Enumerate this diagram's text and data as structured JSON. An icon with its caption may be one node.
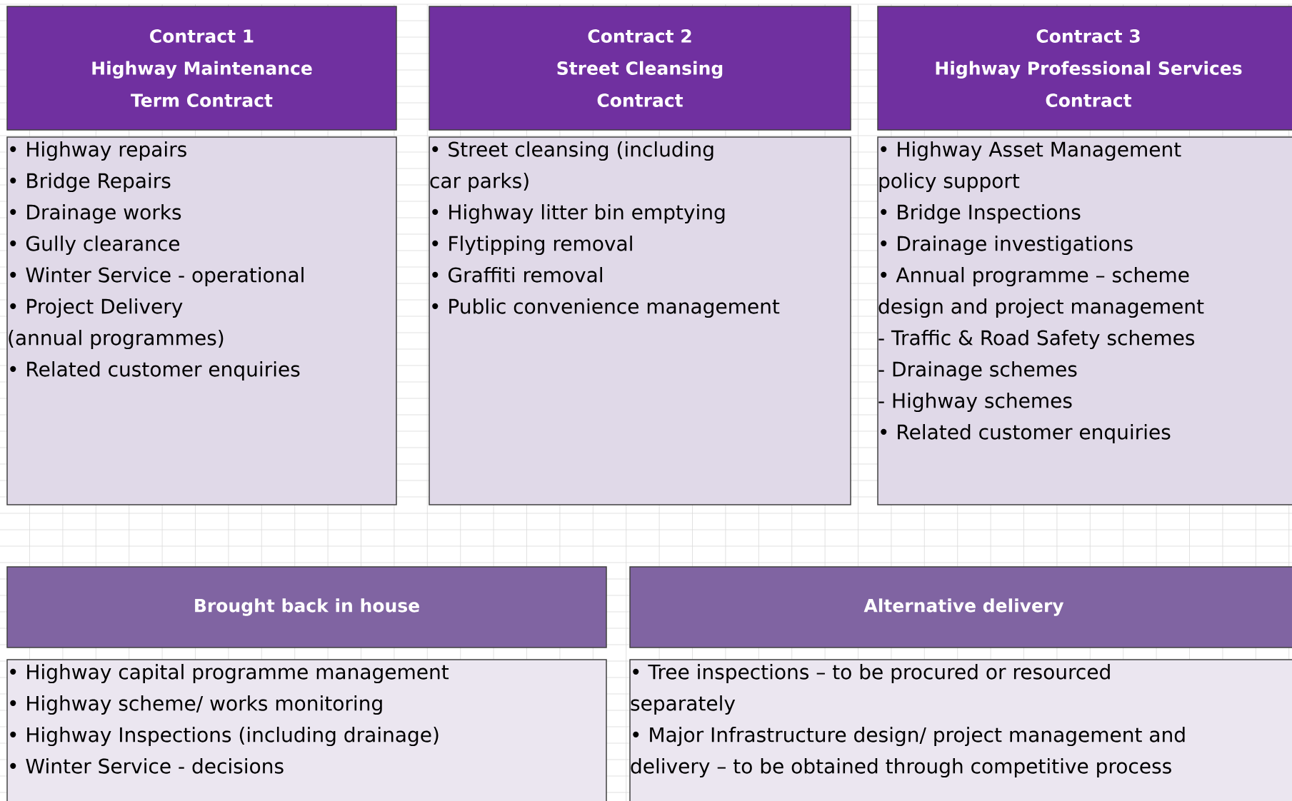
{
  "diagram": {
    "nodes": [
      {
        "text": [
          "Contract 1",
          "Highway Maintenance Term Contract"
        ]
      },
      {
        "text": [
          "• Highway repairs",
          "• Bridge Repairs",
          "• Drainage works",
          "• Gully clearance",
          "• Winter Service - operational",
          "• Project Delivery (annual programmes)",
          "• Related customer enquiries"
        ]
      },
      {
        "text": [
          "Contract 2",
          "Street Cleansing Contract"
        ]
      },
      {
        "text": [
          "• Street cleansing (including car parks)",
          "• Highway litter bin emptying",
          "• Flytipping removal",
          "• Graffiti removal",
          "• Public convenience management"
        ]
      },
      {
        "text": [
          "Contract 3",
          "Highway Professional Services Contract"
        ]
      },
      {
        "text": [
          "• Highway Asset Management policy support",
          "• Bridge Inspections",
          "• Drainage investigations",
          "• Annual programme – scheme design and project management",
          "- Traffic & Road Safety schemes",
          "- Drainage schemes",
          "- Highway schemes",
          "• Related customer enquiries"
        ]
      },
      {
        "text": [
          "Brought back in house"
        ]
      },
      {
        "text": [
          "• Highway capital programme management",
          "• Highway scheme/ works monitoring",
          "• Highway Inspections (including drainage)",
          "• Winter Service - decisions"
        ]
      },
      {
        "text": [
          "Alternative delivery"
        ]
      },
      {
        "text": [
          "• Tree inspections – to be procured or resourced separately",
          "• Major Infrastructure design/ project management and delivery – to be obtained through competitive process"
        ]
      }
    ]
  }
}
